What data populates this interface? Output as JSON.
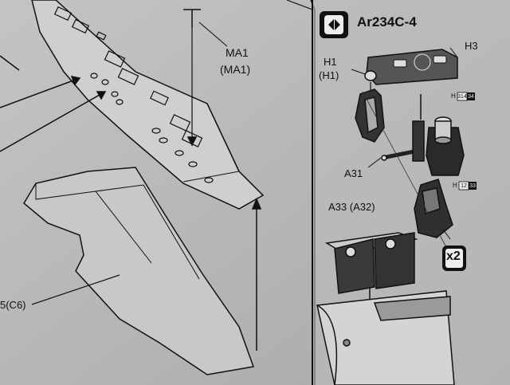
{
  "variant_title": "Ar234C-4",
  "variant_icon": "variant-diamond-icon",
  "labels": {
    "ma1": "MA1",
    "ma1_alt": "(MA1)",
    "h1": "H1",
    "h1_alt": "(H1)",
    "h3": "H3",
    "a31": "A31",
    "a33": "A33 (A32)",
    "c5": "5(C6)"
  },
  "part_refs": {
    "h_code_a": "H",
    "h_box_a1": "314",
    "h_box_a2": "34",
    "h_code_b": "H",
    "h_box_b1": "12",
    "h_box_b2": "33"
  },
  "multiplier": "x2"
}
